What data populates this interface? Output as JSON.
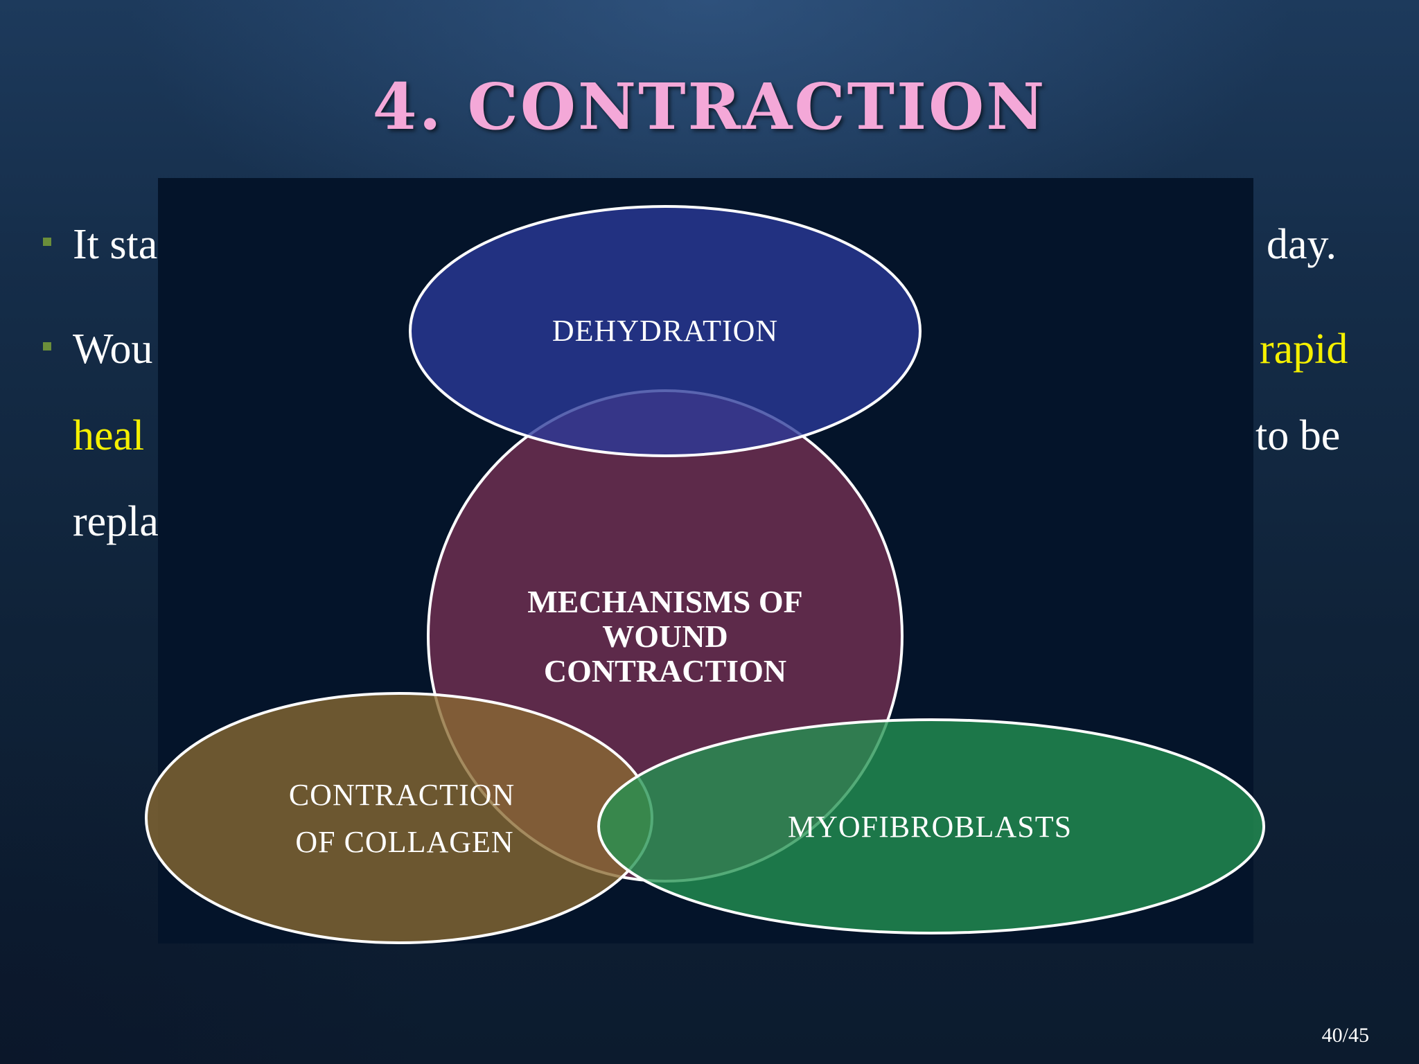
{
  "slide": {
    "title": "4. CONTRACTION",
    "page_number": "40/45"
  },
  "body": {
    "line1_left": "It sta",
    "line1_right": "day.",
    "line2_left": "Wou",
    "line2_right_highlight": "rapid",
    "line3_left_highlight": "heal",
    "line3_right": "to  be",
    "line4_left": "repla"
  },
  "diagram": {
    "center": "MECHANISMS OF WOUND CONTRACTION",
    "center_lines": [
      "MECHANISMS OF",
      "WOUND",
      "CONTRACTION"
    ],
    "top": "DEHYDRATION",
    "bottom_left_lines": [
      "CONTRACTION",
      "OF COLLAGEN"
    ],
    "bottom_right": "MYOFIBROBLASTS",
    "colors": {
      "overlay_bg": "#04142a",
      "dehydration": "#2b3a9a",
      "center": "#6a2e4f",
      "collagen": "#7a6233",
      "myofibroblasts": "#238a4e",
      "title": "#f4a8d8",
      "highlight": "#f5f000"
    }
  }
}
